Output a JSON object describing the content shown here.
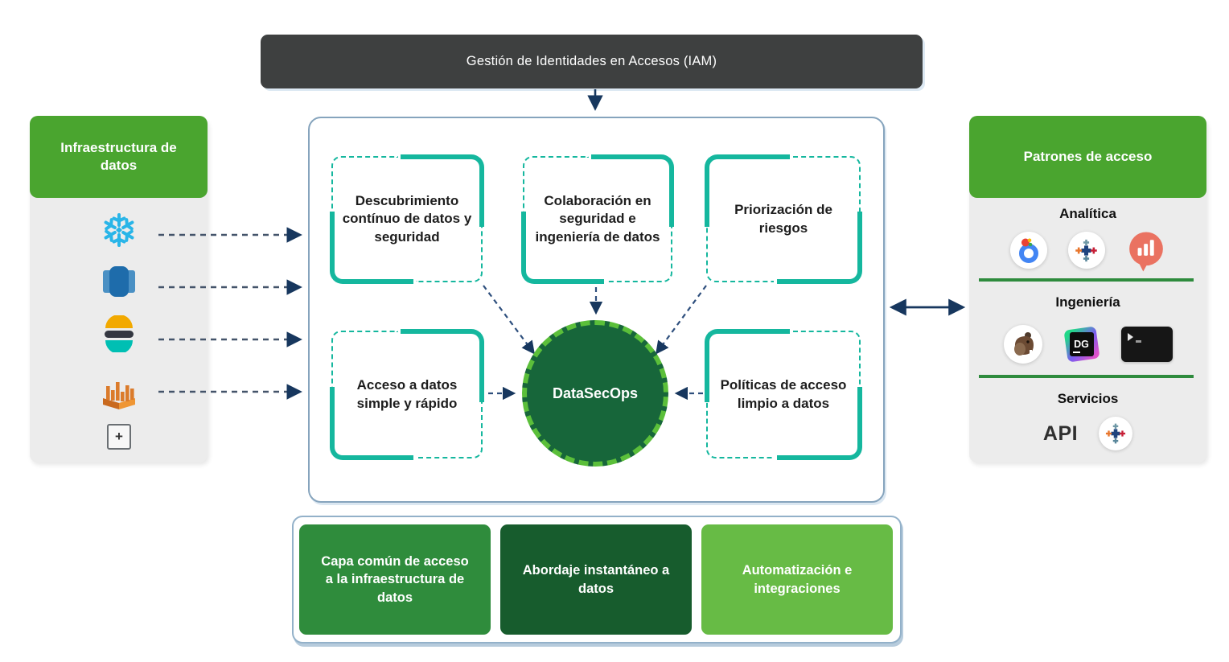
{
  "banner": {
    "label": "Gestión de Identidades en Accesos (IAM)"
  },
  "left_panel": {
    "title": "Infraestructura de datos",
    "icons": [
      {
        "name": "snowflake-icon"
      },
      {
        "name": "redshift-database-icon"
      },
      {
        "name": "elasticsearch-icon"
      },
      {
        "name": "aws-data-warehouse-icon"
      },
      {
        "name": "add-source-icon",
        "glyph": "+"
      }
    ]
  },
  "center": {
    "cards": [
      {
        "label": "Descubrimiento contínuo de datos y seguridad"
      },
      {
        "label": "Colaboración en seguridad e ingeniería de datos"
      },
      {
        "label": "Priorización de riesgos"
      },
      {
        "label": "Acceso a datos simple y rápido"
      },
      {
        "label": "Políticas de acceso limpio a datos"
      }
    ],
    "core": {
      "label": "DataSecOps"
    }
  },
  "right_panel": {
    "title": "Patrones de acceso",
    "datagrip_label": "DG",
    "sections": [
      {
        "label": "Analítica",
        "icons": [
          "looker-icon",
          "tableau-icon",
          "redash-icon"
        ]
      },
      {
        "label": "Ingeniería",
        "icons": [
          "dbeaver-icon",
          "datagrip-icon",
          "terminal-icon"
        ]
      },
      {
        "label": "Servicios",
        "api_label": "API",
        "icons": [
          "api-label",
          "tableau-icon"
        ]
      }
    ]
  },
  "bottom": {
    "boxes": [
      {
        "label": "Capa común de acceso a la infraestructura de datos"
      },
      {
        "label": "Abordaje instantáneo  a datos"
      },
      {
        "label": "Automatización e integraciones"
      }
    ]
  },
  "colors": {
    "banner_bg": "#3e4040",
    "green_header": "#4aa52f",
    "teal_border": "#15b79e",
    "core_green": "#17663a",
    "core_dash_green": "#5bbf3a",
    "arrow_navy": "#17375e",
    "bottom_green_medium": "#2f8c3c",
    "bottom_green_dark": "#175c2d",
    "bottom_green_light": "#67bb45",
    "divider_green": "#2e8b3d",
    "panel_gray": "#ececec"
  }
}
